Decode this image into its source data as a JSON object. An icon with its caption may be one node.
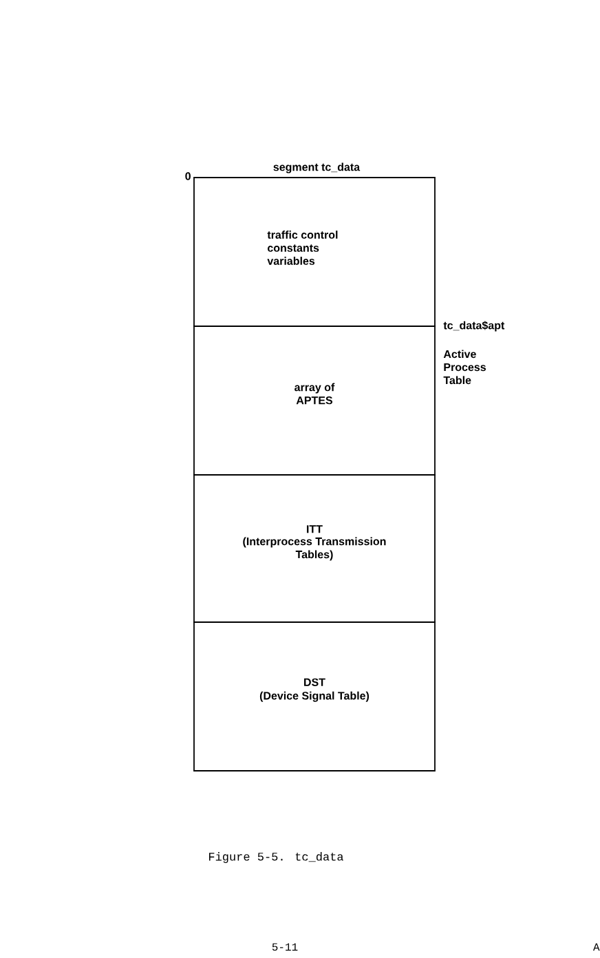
{
  "diagram": {
    "title": "segment tc_data",
    "caption": "Figure 5-5. tc_data",
    "nodes": [
      {
        "text": [
          "traffic control constants variables"
        ]
      },
      {
        "text": [
          "array of APTES"
        ],
        "beside": [
          "Active Process Table"
        ]
      },
      {
        "text": [
          "ITT",
          "(Interprocess Transmission Tables)"
        ]
      },
      {
        "text": [
          "DST",
          "(Device Signal Table)"
        ]
      }
    ],
    "labels": [
      "0",
      "tc_data$apt",
      "5-11",
      "A"
    ]
  }
}
